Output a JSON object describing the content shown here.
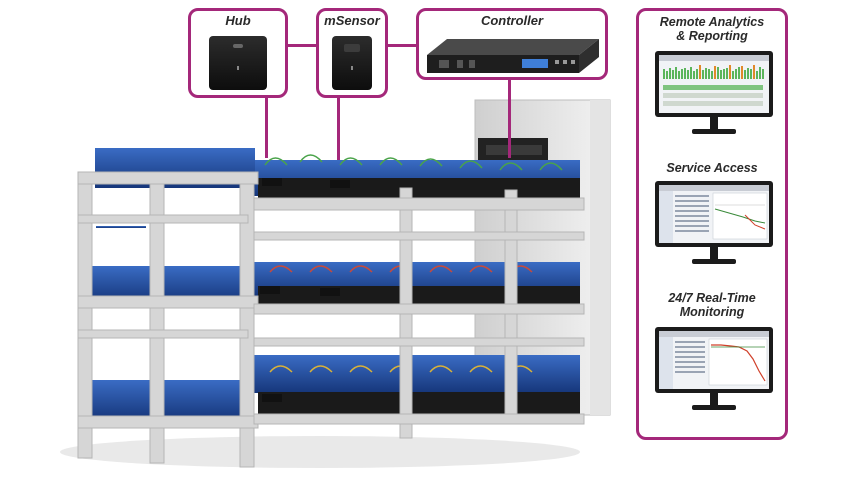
{
  "callouts": {
    "hub": {
      "label": "Hub"
    },
    "msensor": {
      "label": "mSensor"
    },
    "controller": {
      "label": "Controller"
    }
  },
  "panel": {
    "sections": [
      {
        "title_line1": "Remote Analytics",
        "title_line2": "& Reporting",
        "screen": "bar-chart-dashboard"
      },
      {
        "title_line1": "Service Access",
        "title_line2": "",
        "screen": "table-and-graph"
      },
      {
        "title_line1": "24/7 Real-Time",
        "title_line2": "Monitoring",
        "screen": "monitoring-graph"
      }
    ]
  },
  "colors": {
    "accent": "#a4287a",
    "battery": "#1f4fa3",
    "rack": "#d4d4d4",
    "dark": "#1b1b1b"
  },
  "icons": [
    "hub-device-icon",
    "msensor-device-icon",
    "controller-device-icon",
    "monitor-icon"
  ]
}
